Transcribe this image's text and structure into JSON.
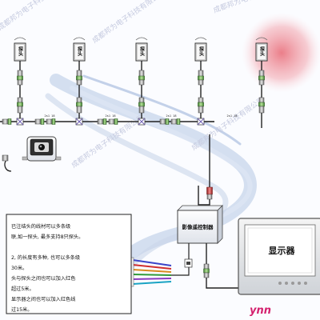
{
  "diagram": {
    "camera_label": "探头",
    "camera_count": 5,
    "controller_label": "影像遥控制器",
    "monitor_label": "显示器",
    "brand": "ynn",
    "watermark": "成都邦为电子科技有限公司",
    "wire_labels": [
      "2s1 18",
      "2s1 18",
      "2s1 18",
      "2s1 18"
    ],
    "notes": [
      "已注结头的线材可以多条级",
      "联,如一探头, 最多支持8只探头。",
      "",
      "2, 的长度有多种, 也可以多条级",
      "30米。",
      "头与探头之间也可以加入红色",
      "超过5米。",
      "显示器之间也可以加入红色线",
      "过15米。"
    ]
  }
}
